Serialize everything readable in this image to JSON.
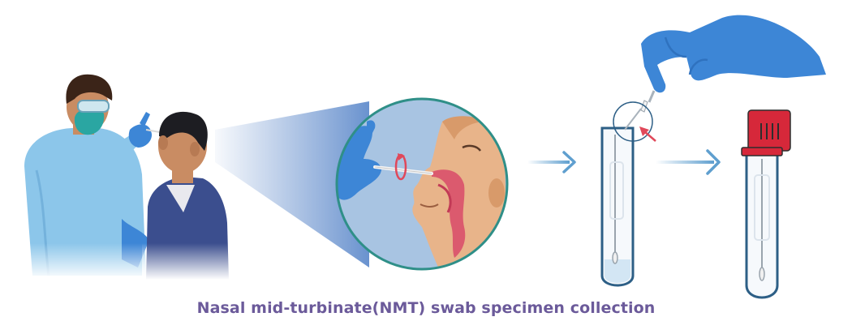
{
  "caption": "Nasal mid-turbinate(NMT) swab specimen collection",
  "colors": {
    "caption": "#6b5a9a",
    "glove_blue": "#3d86d6",
    "gown_blue": "#8cc6ea",
    "arrow_blue": "#5f9fcf",
    "tube_cap_red": "#d6283a",
    "zoom_circle_fill": "#a8c4e2",
    "zoom_circle_ring": "#2f8f88",
    "nasal_passage": "#d9506a"
  },
  "icons": [
    "healthcare-worker-figure",
    "patient-figure",
    "zoom-detail-circle",
    "rotation-arrow-icon",
    "right-arrow-icon",
    "specimen-tube-open",
    "gloved-hand",
    "specimen-tube-capped"
  ]
}
